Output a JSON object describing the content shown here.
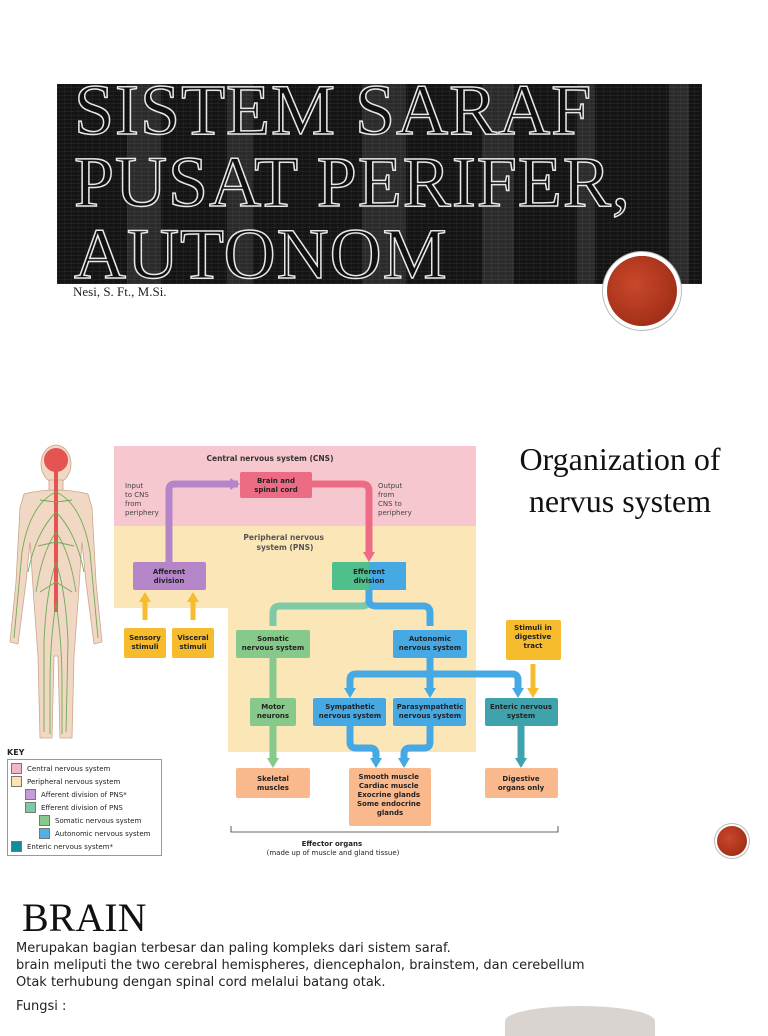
{
  "slide1": {
    "title_lines": [
      "SISTEM SARAF",
      "PUSAT PERIFER,",
      "AUTONOM"
    ],
    "author": "Nesi, S. Ft., M.Si."
  },
  "slide2": {
    "title_lines": [
      "Organization of",
      "nervus system"
    ],
    "diagram": {
      "cns_header": "Central nervous system (CNS)",
      "brain_box": [
        "Brain and",
        "spinal cord"
      ],
      "input_label": [
        "Input",
        "to CNS",
        "from",
        "periphery"
      ],
      "output_label": [
        "Output",
        "from",
        "CNS to",
        "periphery"
      ],
      "pns_header": [
        "Peripheral nervous",
        "system (PNS)"
      ],
      "afferent": [
        "Afferent",
        "division"
      ],
      "efferent": [
        "Efferent",
        "division"
      ],
      "sensory": [
        "Sensory",
        "stimuli"
      ],
      "visceral": [
        "Visceral",
        "stimuli"
      ],
      "somatic": [
        "Somatic",
        "nervous system"
      ],
      "autonomic": [
        "Autonomic",
        "nervous system"
      ],
      "stimuli_digestive": [
        "Stimuli in",
        "digestive",
        "tract"
      ],
      "motor": [
        "Motor",
        "neurons"
      ],
      "sympathetic": [
        "Sympathetic",
        "nervous system"
      ],
      "parasympathetic": [
        "Parasympathetic",
        "nervous system"
      ],
      "enteric": [
        "Enteric nervous",
        "system"
      ],
      "skeletal": [
        "Skeletal",
        "muscles"
      ],
      "smooth": [
        "Smooth muscle",
        "Cardiac muscle",
        "Exocrine glands",
        "Some endocrine",
        "glands"
      ],
      "digestive": [
        "Digestive",
        "organs only"
      ],
      "effector": [
        "Effector organs",
        "(made up of muscle and gland tissue)"
      ]
    },
    "key": {
      "title": "KEY",
      "items": [
        {
          "label": "Central nervous system",
          "color": "#f3b6c3",
          "indent": 0
        },
        {
          "label": "Peripheral nervous system",
          "color": "#fbe4b1",
          "indent": 0
        },
        {
          "label": "Afferent division of PNS*",
          "color": "#c79bd6",
          "indent": 14
        },
        {
          "label": "Efferent division of PNS",
          "color": "#7ec9a6",
          "indent": 14
        },
        {
          "label": "Somatic nervous system",
          "color": "#86c98a",
          "indent": 28
        },
        {
          "label": "Autonomic nervous system",
          "color": "#55aee6",
          "indent": 28
        },
        {
          "label": "Enteric nervous system*",
          "color": "#138c9a",
          "indent": 0
        }
      ]
    }
  },
  "slide3": {
    "title": "BRAIN",
    "lines": [
      "Merupakan bagian terbesar dan paling kompleks dari sistem saraf.",
      "brain meliputi the two cerebral hemispheres, diencephalon, brainstem, dan cerebellum",
      "Otak terhubung dengan spinal cord melalui batang otak."
    ],
    "fungsi": "Fungsi :"
  },
  "colors": {
    "accent_red": "#a43019",
    "cns_pink": "#f7c7cf",
    "pns_tan": "#fbe6b8",
    "afferent_purple": "#b585c9",
    "efferent_green": "#4fc08b",
    "autonomic_blue": "#46a9e3",
    "enteric_teal": "#3fa3ad",
    "stimuli_yellow": "#f7bb2e",
    "effector_orange": "#f9b98d"
  }
}
